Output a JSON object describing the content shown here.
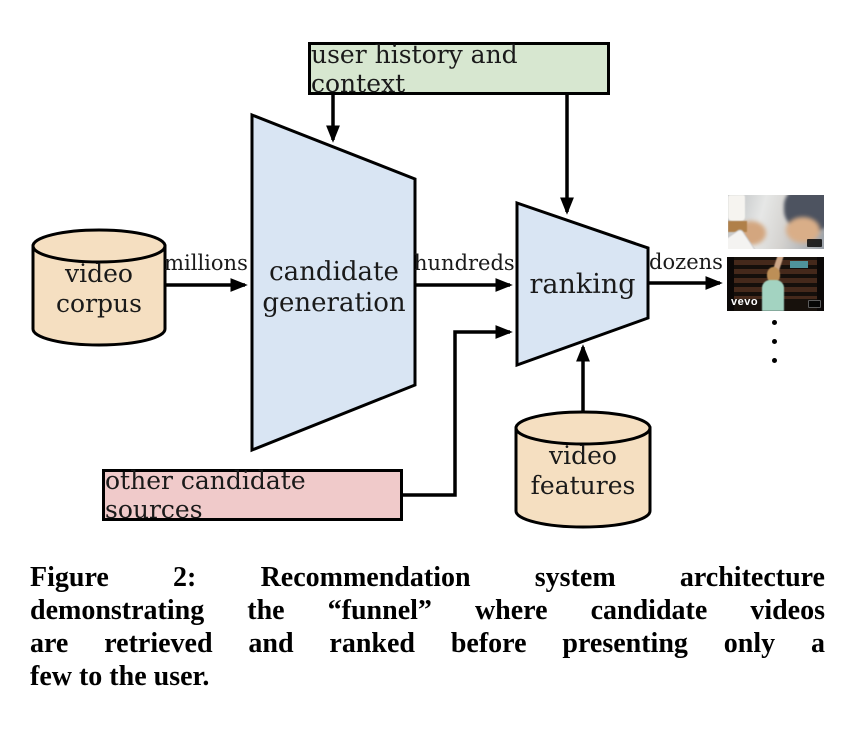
{
  "diagram": {
    "colors": {
      "green": "#d7e7d0",
      "blue": "#d9e5f3",
      "tan": "#f5dfc1",
      "pink": "#f0caca",
      "stroke": "#000000"
    },
    "nodes": {
      "user_history": {
        "label": "user history and context"
      },
      "video_corpus": {
        "line1": "video",
        "line2": "corpus"
      },
      "candidate_generation": {
        "line1": "candidate",
        "line2": "generation"
      },
      "ranking": {
        "label": "ranking"
      },
      "video_features": {
        "line1": "video",
        "line2": "features"
      },
      "other_sources": {
        "label": "other candidate sources"
      }
    },
    "edge_labels": {
      "millions": "millions",
      "hundreds": "hundreds",
      "dozens": "dozens"
    },
    "results": {
      "vevo_logo": "vevo"
    }
  },
  "caption": {
    "lines": [
      "Figure 2:  Recommendation system architecture",
      "demonstrating the “funnel” where candidate videos",
      "are retrieved and ranked before presenting only a",
      "few to the user."
    ]
  }
}
